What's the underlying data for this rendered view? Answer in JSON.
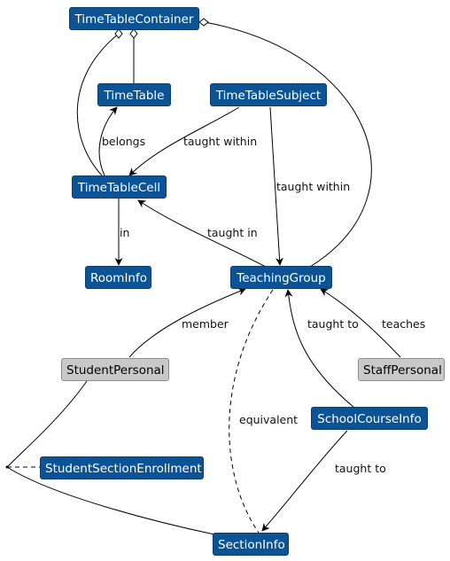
{
  "colors": {
    "entity_fill": "#0b5394",
    "external_fill": "#c9c9c9",
    "line": "#000000"
  },
  "nodes": {
    "timetable_container": "TimeTableContainer",
    "timetable": "TimeTable",
    "timetable_subject": "TimeTableSubject",
    "timetable_cell": "TimeTableCell",
    "room_info": "RoomInfo",
    "teaching_group": "TeachingGroup",
    "student_personal": "StudentPersonal",
    "staff_personal": "StaffPersonal",
    "school_course_info": "SchoolCourseInfo",
    "student_section_enrollment": "StudentSectionEnrollment",
    "section_info": "SectionInfo"
  },
  "edges": {
    "belongs": "belongs",
    "taught_within_cell": "taught within",
    "taught_within_group": "taught within",
    "in": "in",
    "taught_in": "taught in",
    "member": "member",
    "taught_to_group": "taught to",
    "teaches": "teaches",
    "equivalent": "equivalent",
    "taught_to_section": "taught to"
  }
}
